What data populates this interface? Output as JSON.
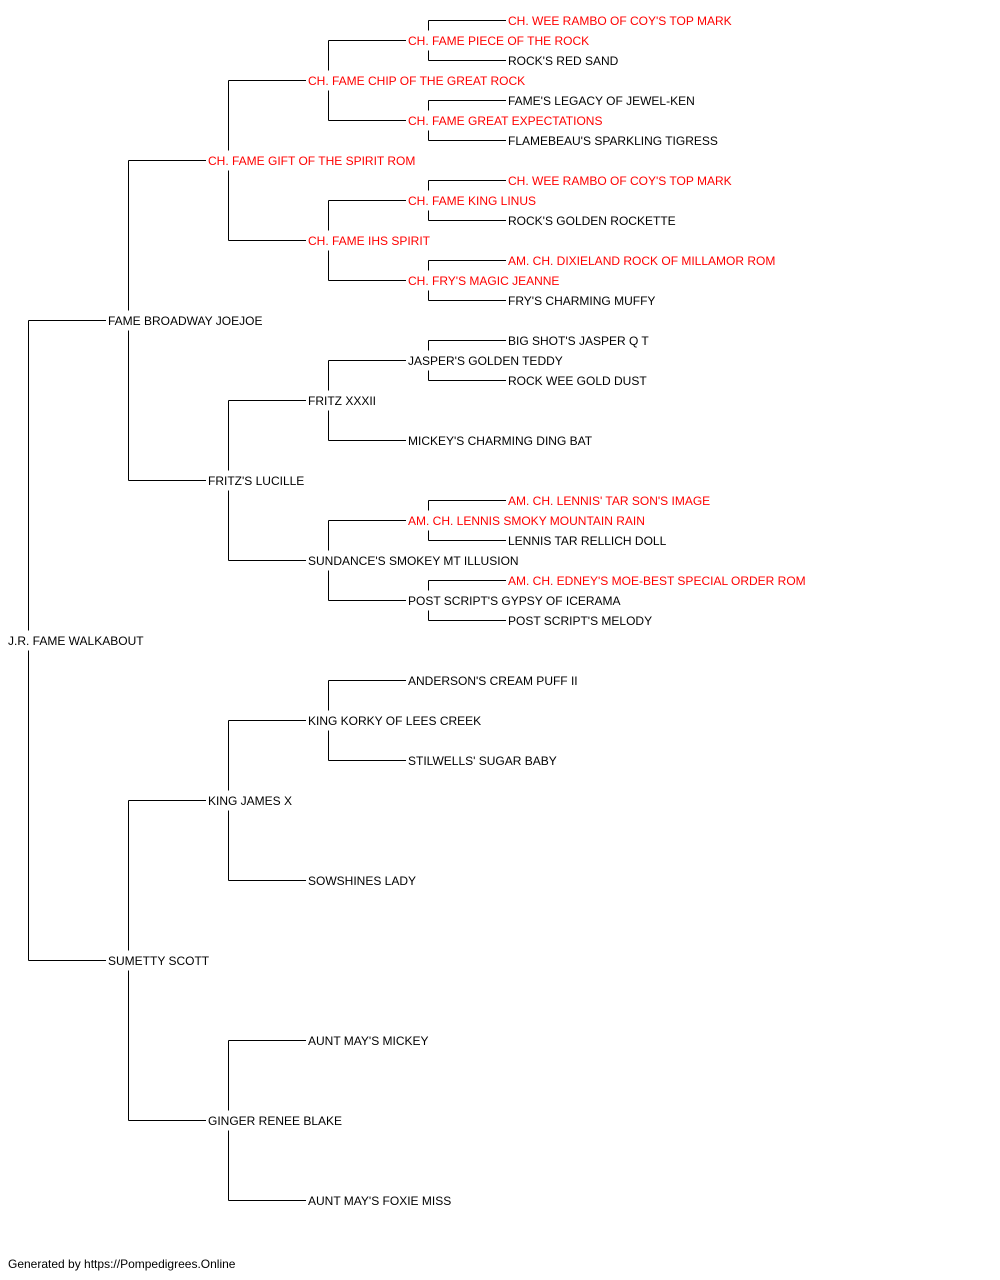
{
  "colors": {
    "champion": "#ff0000",
    "normal": "#000000",
    "line": "#000000"
  },
  "footer": "Generated by https://Pompedigrees.Online",
  "pedigree": {
    "name": "J.R. FAME WALKABOUT",
    "ch": false,
    "sire": {
      "name": "FAME BROADWAY JOEJOE",
      "ch": false,
      "sire": {
        "name": "CH. FAME GIFT OF THE SPIRIT ROM",
        "ch": true,
        "sire": {
          "name": "CH. FAME CHIP OF THE GREAT ROCK",
          "ch": true,
          "sire": {
            "name": "CH. FAME PIECE OF THE ROCK",
            "ch": true,
            "sire": {
              "name": "CH. WEE RAMBO OF COY'S TOP MARK",
              "ch": true
            },
            "dam": {
              "name": "ROCK'S RED SAND",
              "ch": false
            }
          },
          "dam": {
            "name": "CH. FAME GREAT EXPECTATIONS",
            "ch": true,
            "sire": {
              "name": "FAME'S LEGACY OF JEWEL-KEN",
              "ch": false
            },
            "dam": {
              "name": "FLAMEBEAU'S SPARKLING TIGRESS",
              "ch": false
            }
          }
        },
        "dam": {
          "name": "CH. FAME IHS SPIRIT",
          "ch": true,
          "sire": {
            "name": "CH. FAME KING LINUS",
            "ch": true,
            "sire": {
              "name": "CH. WEE RAMBO OF COY'S TOP MARK",
              "ch": true
            },
            "dam": {
              "name": "ROCK'S GOLDEN ROCKETTE",
              "ch": false
            }
          },
          "dam": {
            "name": "CH. FRY'S MAGIC JEANNE",
            "ch": true,
            "sire": {
              "name": "AM. CH. DIXIELAND ROCK OF MILLAMOR ROM",
              "ch": true
            },
            "dam": {
              "name": "FRY'S CHARMING MUFFY",
              "ch": false
            }
          }
        }
      },
      "dam": {
        "name": "FRITZ'S LUCILLE",
        "ch": false,
        "sire": {
          "name": "FRITZ XXXII",
          "ch": false,
          "sire": {
            "name": "JASPER'S GOLDEN TEDDY",
            "ch": false,
            "sire": {
              "name": "BIG SHOT'S JASPER Q T",
              "ch": false
            },
            "dam": {
              "name": "ROCK WEE GOLD DUST",
              "ch": false
            }
          },
          "dam": {
            "name": "MICKEY'S CHARMING DING BAT",
            "ch": false
          }
        },
        "dam": {
          "name": "SUNDANCE'S SMOKEY MT ILLUSION",
          "ch": false,
          "sire": {
            "name": "AM. CH. LENNIS SMOKY MOUNTAIN RAIN",
            "ch": true,
            "sire": {
              "name": "AM. CH. LENNIS' TAR SON'S IMAGE",
              "ch": true
            },
            "dam": {
              "name": "LENNIS TAR RELLICH DOLL",
              "ch": false
            }
          },
          "dam": {
            "name": "POST SCRIPT'S GYPSY OF ICERAMA",
            "ch": false,
            "sire": {
              "name": "AM. CH. EDNEY'S MOE-BEST SPECIAL ORDER ROM",
              "ch": true
            },
            "dam": {
              "name": "POST SCRIPT'S MELODY",
              "ch": false
            }
          }
        }
      }
    },
    "dam": {
      "name": "SUMETTY SCOTT",
      "ch": false,
      "sire": {
        "name": "KING JAMES X",
        "ch": false,
        "sire": {
          "name": "KING KORKY OF LEES CREEK",
          "ch": false,
          "sire": {
            "name": "ANDERSON'S CREAM PUFF II",
            "ch": false
          },
          "dam": {
            "name": "STILWELLS' SUGAR BABY",
            "ch": false
          }
        },
        "dam": {
          "name": "SOWSHINES LADY",
          "ch": false
        }
      },
      "dam": {
        "name": "GINGER RENEE BLAKE",
        "ch": false,
        "sire": {
          "name": "AUNT MAY'S MICKEY",
          "ch": false
        },
        "dam": {
          "name": "AUNT MAY'S FOXIE MISS",
          "ch": false
        }
      }
    }
  }
}
